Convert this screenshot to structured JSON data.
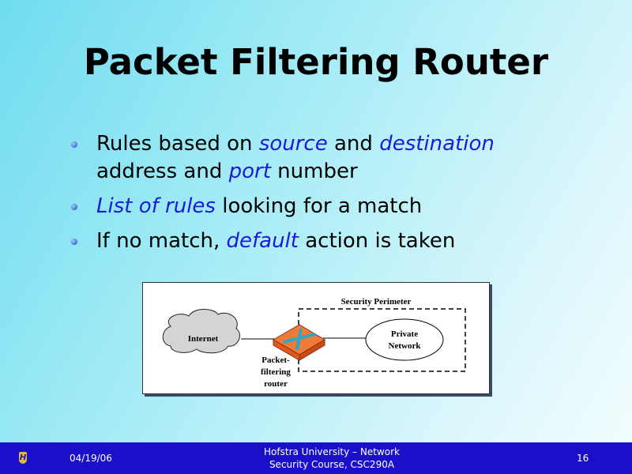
{
  "title": "Packet Filtering Router",
  "bullets": [
    {
      "parts": [
        "Rules based on ",
        "source",
        " and ",
        "destination",
        " address and ",
        "port",
        " number"
      ]
    },
    {
      "parts": [
        "List of rules",
        " looking for a match"
      ]
    },
    {
      "parts": [
        "If no match, ",
        "default",
        " action is taken"
      ]
    }
  ],
  "diagram": {
    "perimeter": "Security Perimeter",
    "internet": "Internet",
    "router_line1": "Packet-",
    "router_line2": "filtering",
    "router_line3": "router",
    "private_line1": "Private",
    "private_line2": "Network"
  },
  "footer": {
    "logo": "H",
    "date": "04/19/06",
    "course_line1": "Hofstra University – Network",
    "course_line2": "Security Course, CSC290A",
    "page": "16"
  },
  "colors": {
    "accent": "#1a1adc",
    "footer": "#1c0fc9"
  }
}
